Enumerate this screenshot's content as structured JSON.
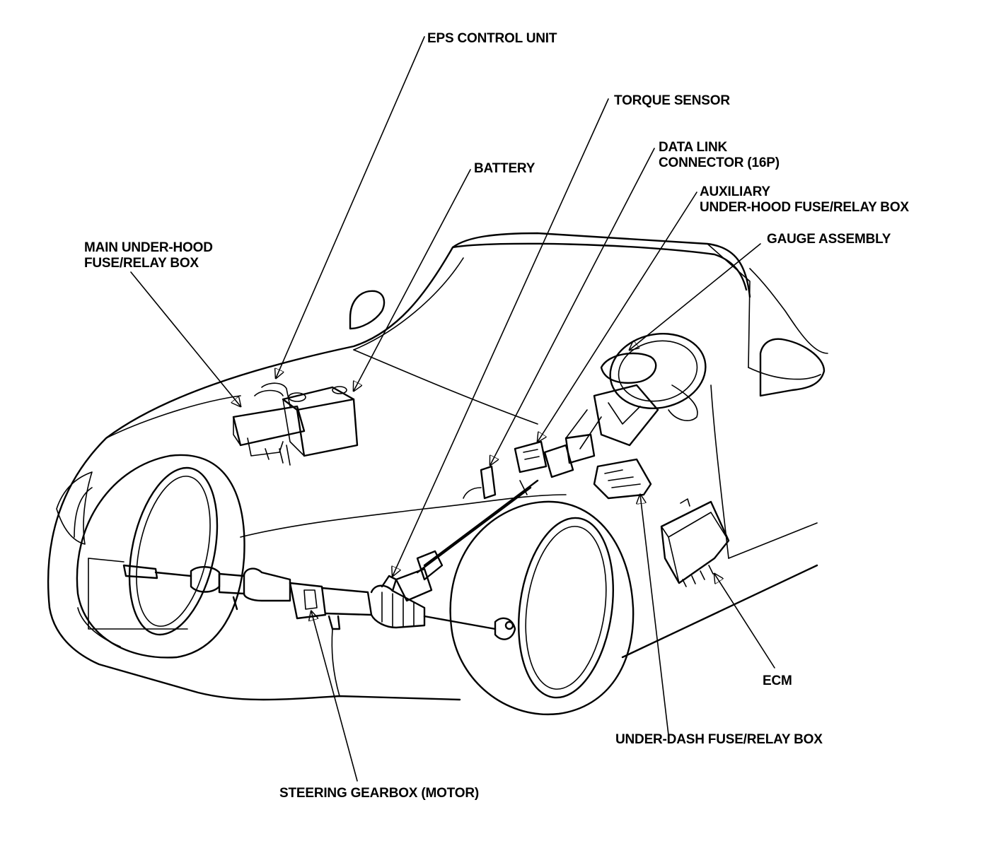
{
  "diagram": {
    "labels": {
      "eps_control_unit": "EPS CONTROL UNIT",
      "torque_sensor": "TORQUE SENSOR",
      "data_link_connector": [
        "DATA LINK",
        "CONNECTOR (16P)"
      ],
      "battery": "BATTERY",
      "auxiliary_fuse_box": [
        "AUXILIARY",
        "UNDER-HOOD FUSE/RELAY BOX"
      ],
      "gauge_assembly": "GAUGE ASSEMBLY",
      "main_fuse_box": [
        "MAIN UNDER-HOOD",
        "FUSE/RELAY BOX"
      ],
      "ecm": "ECM",
      "under_dash_fuse_box": "UNDER-DASH FUSE/RELAY BOX",
      "steering_gearbox": "STEERING GEARBOX (MOTOR)"
    },
    "colors": {
      "ink": "#000000",
      "paper": "#ffffff"
    }
  }
}
